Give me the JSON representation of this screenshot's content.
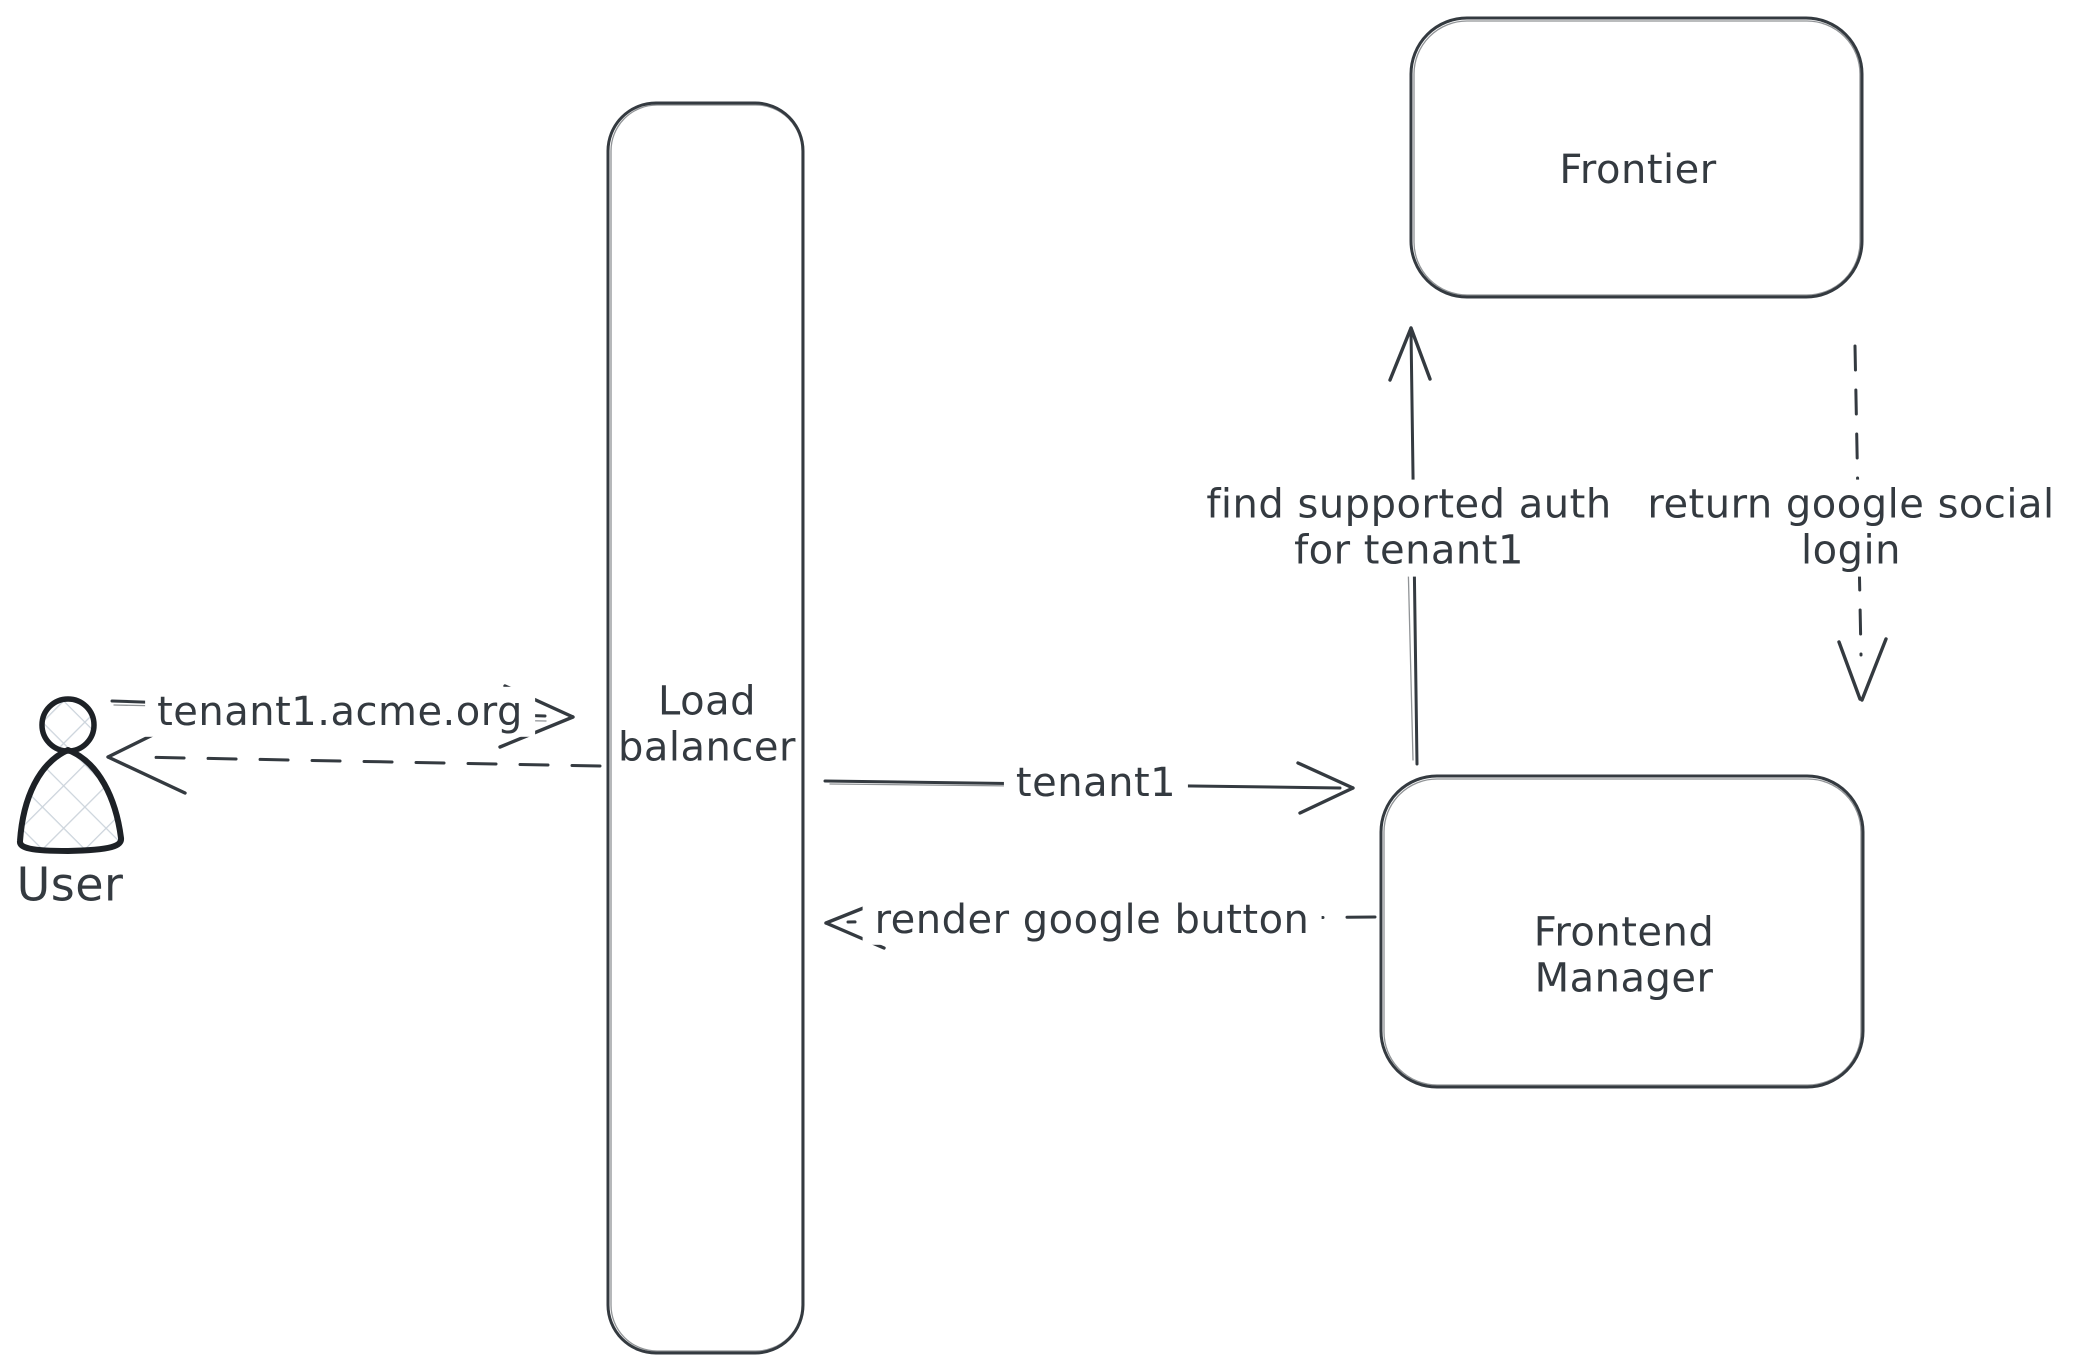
{
  "colors": {
    "bg": "#ffffff",
    "stroke": "#343a40",
    "text": "#343a40",
    "user_outline": "#1d2126",
    "hatch": "#ccd4dc"
  },
  "user": {
    "label": "User"
  },
  "nodes": {
    "load_balancer": {
      "line1": "Load",
      "line2": "balancer"
    },
    "frontier": {
      "label": "Frontier"
    },
    "frontend_manager": {
      "line1": "Frontend",
      "line2": "Manager"
    }
  },
  "arrows": {
    "tenant_domain": {
      "label": "tenant1.acme.org",
      "style": "solid",
      "from": "user",
      "to": "load_balancer"
    },
    "reply_to_user": {
      "label": "",
      "style": "dashed",
      "from": "load_balancer",
      "to": "user"
    },
    "tenant1": {
      "label": "tenant1",
      "style": "solid",
      "from": "load_balancer",
      "to": "frontend_manager"
    },
    "render_google_button": {
      "label": "render google button",
      "style": "dashed",
      "from": "frontend_manager",
      "to": "load_balancer"
    },
    "find_supported_auth": {
      "line1": "find supported auth",
      "line2": "for tenant1",
      "style": "solid",
      "from": "frontend_manager",
      "to": "frontier"
    },
    "return_google_social": {
      "line1": "return google social",
      "line2": "login",
      "style": "dashed",
      "from": "frontier",
      "to": "frontend_manager"
    }
  }
}
